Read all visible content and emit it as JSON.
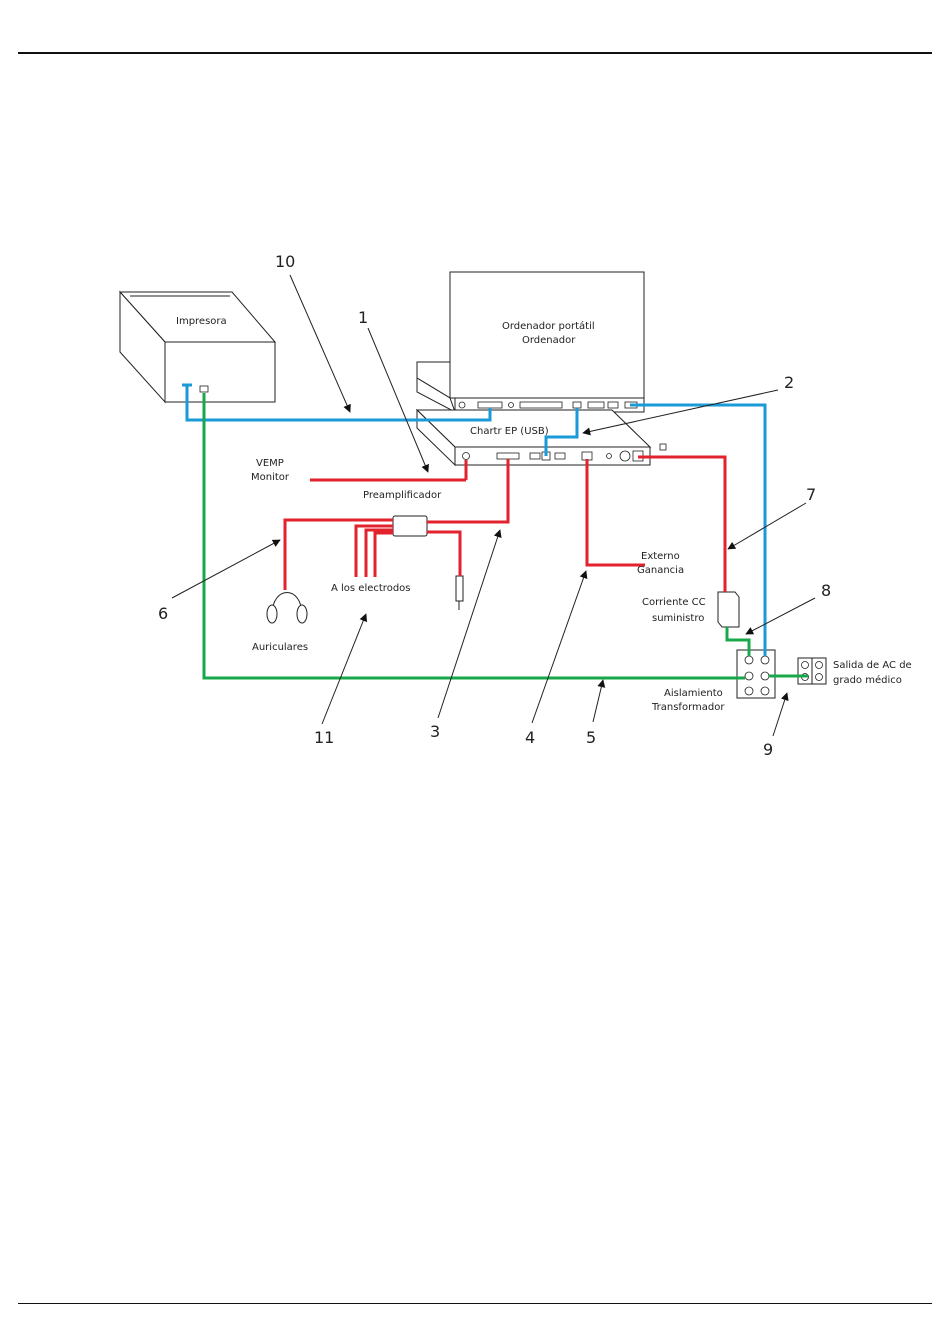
{
  "labels": {
    "printer": "Impresora",
    "laptop_line1": "Ordenador portátil",
    "laptop_line2": "Ordenador",
    "chartr": "Chartr EP (USB)",
    "vemp_line1": "VEMP",
    "vemp_line2": "Monitor",
    "preamp": "Preamplificador",
    "electrodes": "A los electrodos",
    "headphones": "Auriculares",
    "ext_gain_line1": "Externo",
    "ext_gain_line2": "Ganancia",
    "dc_line1": "Corriente CC",
    "dc_line2": "suministro",
    "iso_line1": "Aislamiento",
    "iso_line2": "Transformador",
    "outlet_line1": "Salida de AC de",
    "outlet_line2": "grado médico"
  },
  "callouts": [
    "1",
    "2",
    "3",
    "4",
    "5",
    "6",
    "7",
    "8",
    "9",
    "10",
    "11"
  ],
  "colors": {
    "usb_cable": "#1a9ad6",
    "signal_cable": "#e2222c",
    "power_cable": "#17a84a"
  }
}
